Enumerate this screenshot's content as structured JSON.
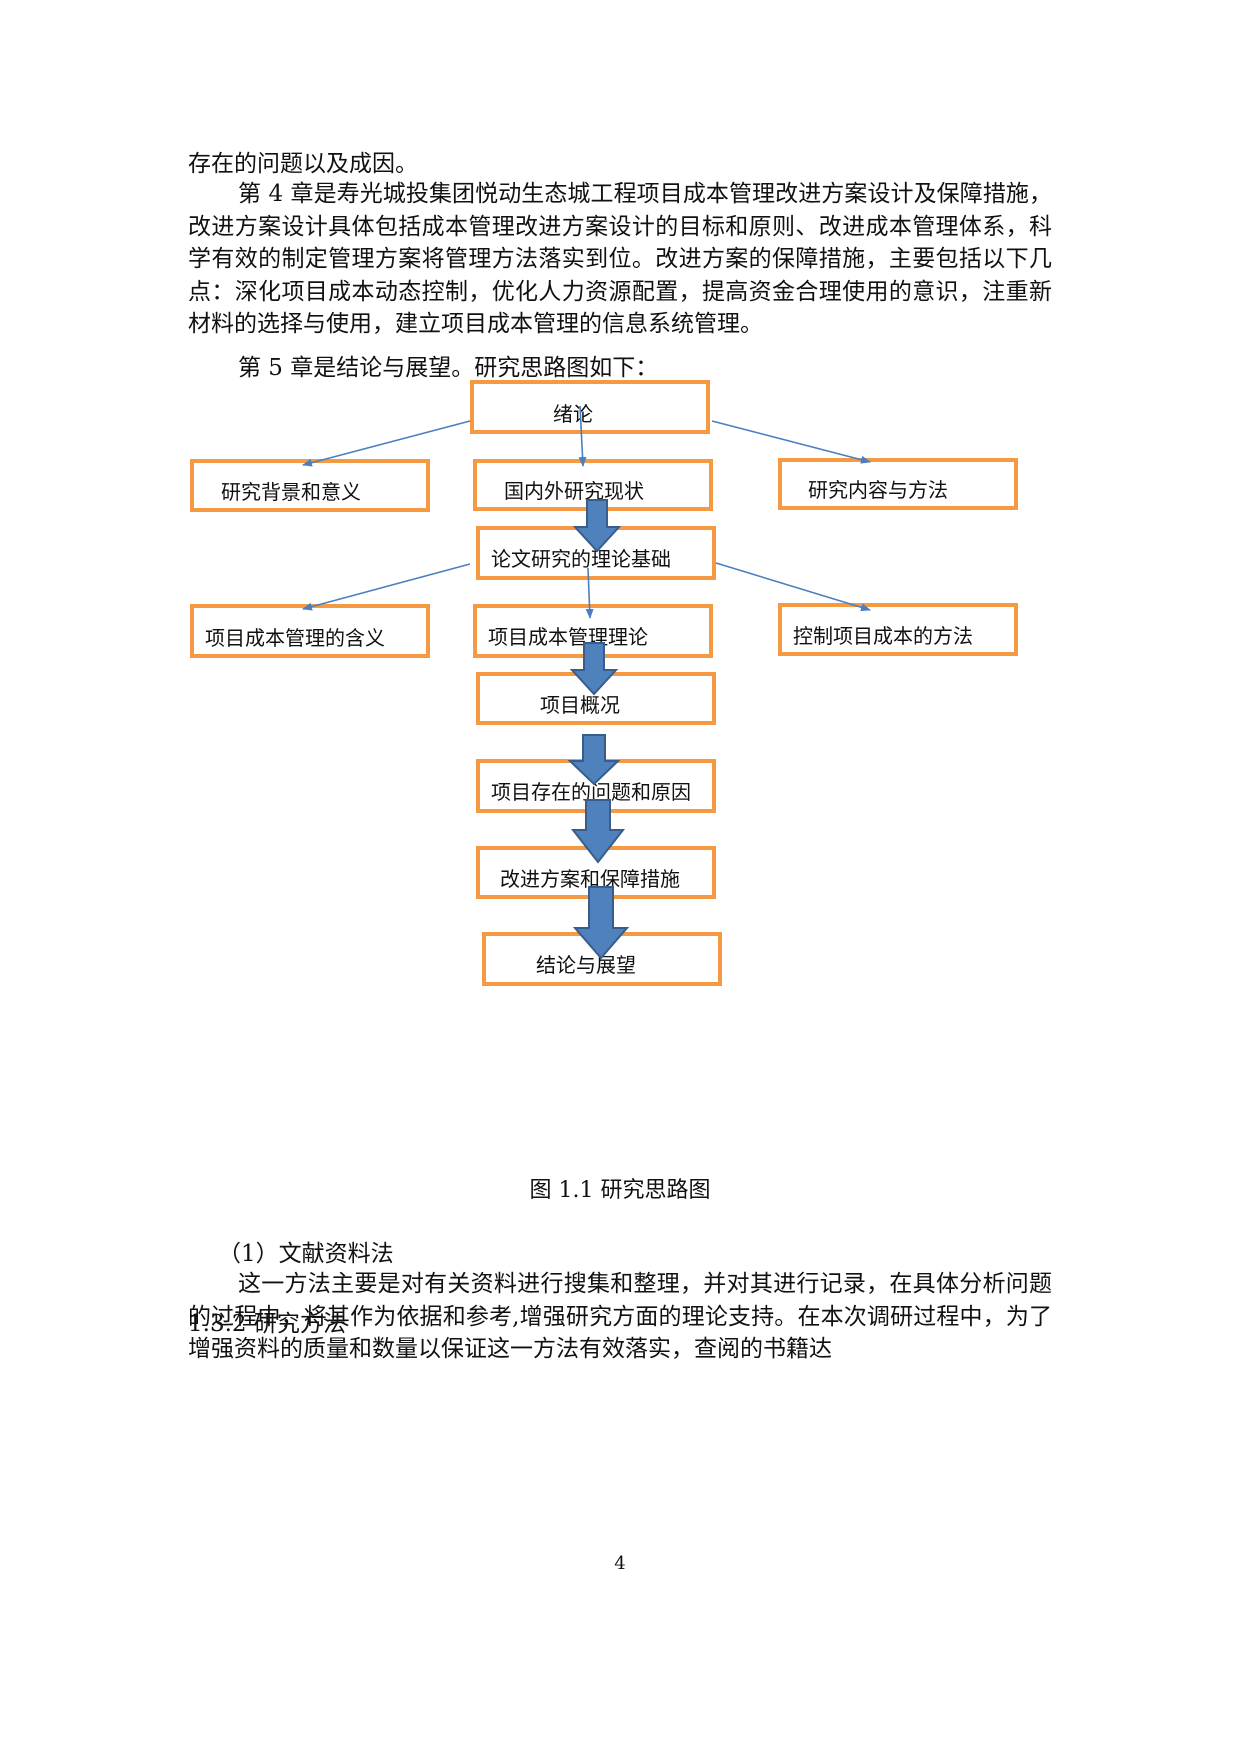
{
  "body": {
    "p1": "存在的问题以及成因。",
    "p2": "第 4 章是寿光城投集团悦动生态城工程项目成本管理改进方案设计及保障措施，改进方案设计具体包括成本管理改进方案设计的目标和原则、改进成本管理体系，科学有效的制定管理方案将管理方法落实到位。改进方案的保障措施，主要包括以下几点：深化项目成本动态控制，优化人力资源配置，提高资金合理使用的意识，注重新材料的选择与使用，建立项目成本管理的信息系统管理。",
    "p3": "第 5 章是结论与展望。研究思路图如下："
  },
  "figure": {
    "nodes": {
      "intro": "绪论",
      "background": "研究背景和意义",
      "domestic_foreign": "国内外研究现状",
      "content_method": "研究内容与方法",
      "theory_basis": "论文研究的理论基础",
      "meaning": "项目成本管理的含义",
      "theory": "项目成本管理理论",
      "control": "控制项目成本的方法",
      "overview": "项目概况",
      "problems": "项目存在的问题和原因",
      "improvement": "改进方案和保障措施",
      "conclusion": "结论与展望"
    },
    "colors": {
      "box_border": "#f59a42",
      "thin_arrow": "#4a7fc1",
      "block_arrow_fill": "#4f81bd",
      "block_arrow_stroke": "#385d8a"
    },
    "caption": "图 1.1 研究思路图"
  },
  "section": {
    "number": "1.3.2",
    "title": "研究方法"
  },
  "method": {
    "label": "（1）文献资料法",
    "text": "这一方法主要是对有关资料进行搜集和整理，并对其进行记录，在具体分析问题的过程中，将其作为依据和参考,增强研究方面的理论支持。在本次调研过程中，为了增强资料的质量和数量以保证这一方法有效落实，查阅的书籍达"
  },
  "page_number": "4"
}
